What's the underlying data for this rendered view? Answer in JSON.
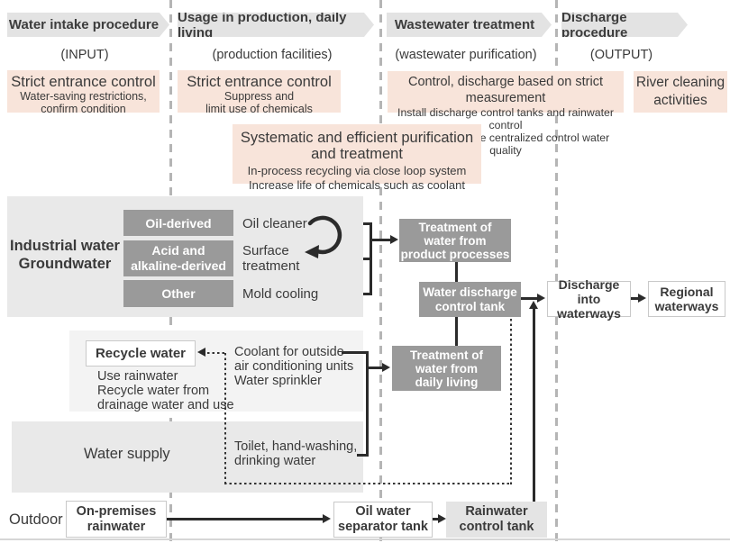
{
  "columns": [
    {
      "header": "Water intake procedure",
      "subtitle": "(INPUT)"
    },
    {
      "header": "Usage in production, daily living",
      "subtitle": "(production facilities)"
    },
    {
      "header": "Wastewater treatment",
      "subtitle": "(wastewater purification)"
    },
    {
      "header": "Discharge procedure",
      "subtitle": "(OUTPUT)"
    }
  ],
  "policy": {
    "intake": {
      "title": "Strict entrance control",
      "body": "Water-saving restrictions,\nconfirm condition"
    },
    "usage": {
      "title": "Strict entrance control",
      "body": "Suppress and\nlimit use of chemicals"
    },
    "wastewater": {
      "title": "Control, discharge based on strict measurement",
      "body": "Install discharge control tanks and rainwater control\ntanks and enable centralized control water quality"
    },
    "discharge": {
      "title": "River cleaning\nactivities"
    },
    "systematic": {
      "title": "Systematic and efficient purification\nand treatment",
      "body": "In-process recycling via close loop system\nIncrease life of chemicals such as coolant"
    }
  },
  "industrial": {
    "label": "Industrial water\nGroundwater",
    "rows": [
      {
        "source": "Oil-derived",
        "process": "Oil cleaner"
      },
      {
        "source": "Acid and\nalkaline-derived",
        "process": "Surface\ntreatment"
      },
      {
        "source": "Other",
        "process": "Mold cooling"
      }
    ]
  },
  "treatment": {
    "product": "Treatment of\nwater from\nproduct processes",
    "tank": "Water discharge\ncontrol tank",
    "daily": "Treatment of\nwater from\ndaily living"
  },
  "discharge_flow": {
    "into_waterways": "Discharge into\nwaterways",
    "regional": "Regional\nwaterways"
  },
  "recycle": {
    "label": "Recycle water",
    "note": "Use rainwater\nRecycle water from\ndrainage water and use",
    "coolant": "Coolant for outside\nair conditioning units\nWater sprinkler"
  },
  "water_supply": {
    "label": "Water supply",
    "toilet": "Toilet, hand-washing,\ndrinking water"
  },
  "outdoor": {
    "label": "Outdoor",
    "rainwater": "On-premises\nrainwater",
    "separator": "Oil water\nseparator tank",
    "rain_tank": "Rainwater\ncontrol tank"
  },
  "colors": {
    "accent_pink": "#f8e4da",
    "header_gray": "#e3e3e3",
    "panel_gray": "#e9e9e9",
    "panel_light": "#f3f3f3",
    "box_gray": "#9a9a9a",
    "light_box_gray": "#e4e4e4",
    "border_gray": "#c9c9c9",
    "dashed_gray": "#b5b5b5",
    "line_dark": "#2b2b2b"
  }
}
